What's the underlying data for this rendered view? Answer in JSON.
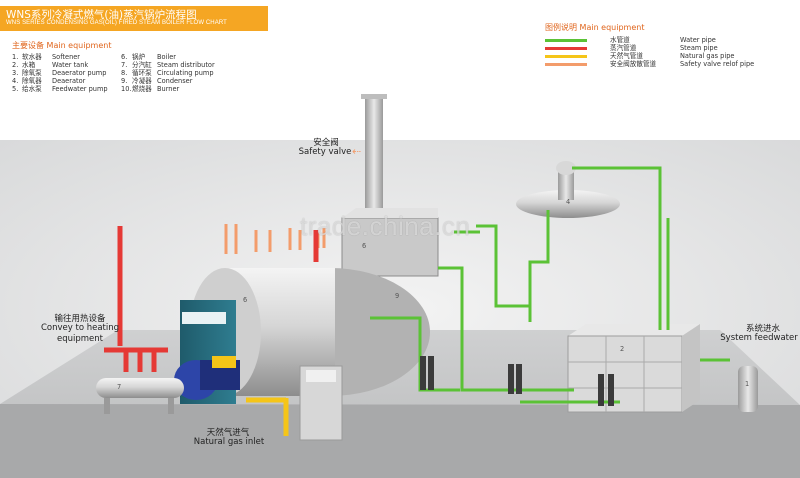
{
  "title": {
    "cn": "WNS系列冷凝式燃气(油)蒸汽锅炉流程图",
    "en": "WNS SERIES CONDENSING GAS(OIL) FIRED STEAM BOILER FLOW CHART"
  },
  "main_equipment": {
    "heading": "主要设备 Main equipment",
    "items": [
      {
        "num": "1.",
        "cn": "软水器",
        "en": "Softener"
      },
      {
        "num": "2.",
        "cn": "水箱",
        "en": "Water tank"
      },
      {
        "num": "3.",
        "cn": "除氧泵",
        "en": "Deaerator pump"
      },
      {
        "num": "4.",
        "cn": "除氧器",
        "en": "Deaerator"
      },
      {
        "num": "5.",
        "cn": "给水泵",
        "en": "Feedwater pump"
      },
      {
        "num": "6.",
        "cn": "锅炉",
        "en": "Boiler"
      },
      {
        "num": "7.",
        "cn": "分汽缸",
        "en": "Steam distributor"
      },
      {
        "num": "8.",
        "cn": "循环泵",
        "en": "Circulating pump"
      },
      {
        "num": "9.",
        "cn": "冷凝器",
        "en": "Condenser"
      },
      {
        "num": "10.",
        "cn": "燃烧器",
        "en": "Burner"
      }
    ]
  },
  "legend": {
    "heading": "图例说明 Main equipment",
    "items": [
      {
        "cn": "水管道",
        "en": "Water pipe",
        "color": "#5bc236"
      },
      {
        "cn": "蒸汽管道",
        "en": "Steam pipe",
        "color": "#e53935"
      },
      {
        "cn": "天然气管道",
        "en": "Natural gas pipe",
        "color": "#f5c518"
      },
      {
        "cn": "安全阀放散管道",
        "en": "Safety valve relof pipe",
        "color": "#f39c6b"
      }
    ]
  },
  "callouts": {
    "safety_valve_cn": "安全阀",
    "safety_valve_en": "Safety valve",
    "convey_cn": "输往用热设备",
    "convey_en1": "Convey to heating",
    "convey_en2": "equipment",
    "feedwater_cn": "系统进水",
    "feedwater_en": "System feedwater",
    "gas_cn": "天然气进气",
    "gas_en": "Natural gas inlet"
  },
  "equipment_numbers": {
    "boiler": "6",
    "boiler_top": "6",
    "condenser": "9",
    "deaerator": "4",
    "water_tank": "2",
    "softener": "1",
    "distributor": "7"
  },
  "watermark": "trade.china.cn",
  "colors": {
    "water": "#5bc236",
    "steam": "#e53935",
    "gas": "#f5c518",
    "relief": "#f39c6b",
    "accent": "#f5a623"
  }
}
